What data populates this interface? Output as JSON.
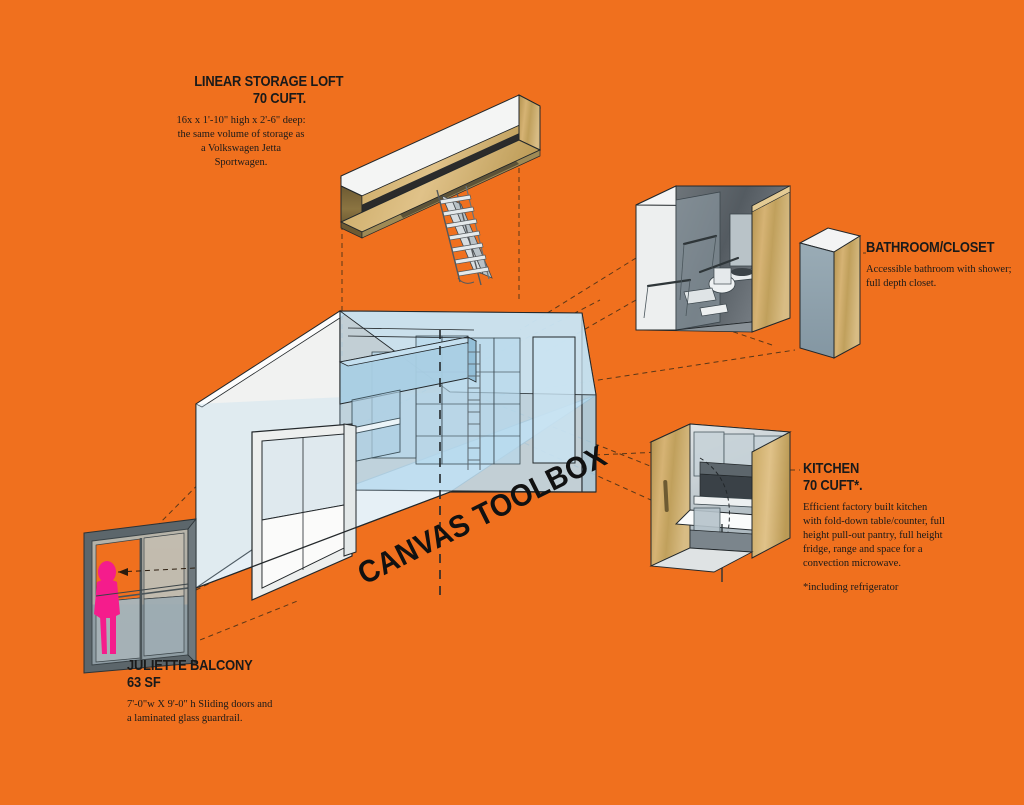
{
  "page": {
    "background_color": "#F0701E",
    "title": "CANVAS TOOLBOX"
  },
  "callouts": {
    "loft": {
      "heading_line1": "LINEAR STORAGE LOFT",
      "heading_line2": "70 cuft.",
      "description": "16x x 1'-10\" high x 2'-6\" deep: the same volume of storage as a Volkswagen Jetta Sportwagen."
    },
    "bathroom": {
      "heading_line1": "BATHROOM/CLOSET",
      "description": "Accessible bathroom with shower; full depth closet."
    },
    "kitchen": {
      "heading_line1": "KITCHEN",
      "heading_line2": "70 cuft*.",
      "description": "Efficient factory built kitchen with fold-down table/counter, full height pull-out pantry, full height fridge, range and space for a convection microwave.",
      "footnote": "*including refrigerator"
    },
    "balcony": {
      "heading_line1": "JULIETTE BALCONY",
      "heading_line2": "63 SF",
      "description": "7'-0\"w  X 9'-0\" h Sliding doors and a laminated glass guardrail."
    }
  },
  "colors": {
    "background": "#F0701E",
    "glass_blue": "#BBDCEF",
    "glass_blue_dark": "#A2CCE4",
    "white_panel": "#F2F3F3",
    "wood": "#C8A45C",
    "wood_light": "#D9B978",
    "grey_panel": "#8FA4B0",
    "figure_pink": "#F51C8C",
    "line": "#23282B",
    "leader": "#4A2C12"
  },
  "icon_names": {
    "loft": "storage-loft-module",
    "ladder": "ladder-icon",
    "bathroom": "bathroom-pod-module",
    "closet": "closet-box-module",
    "kitchen": "kitchen-module",
    "balcony": "juliette-balcony-module",
    "figure": "human-figure-silhouette"
  }
}
